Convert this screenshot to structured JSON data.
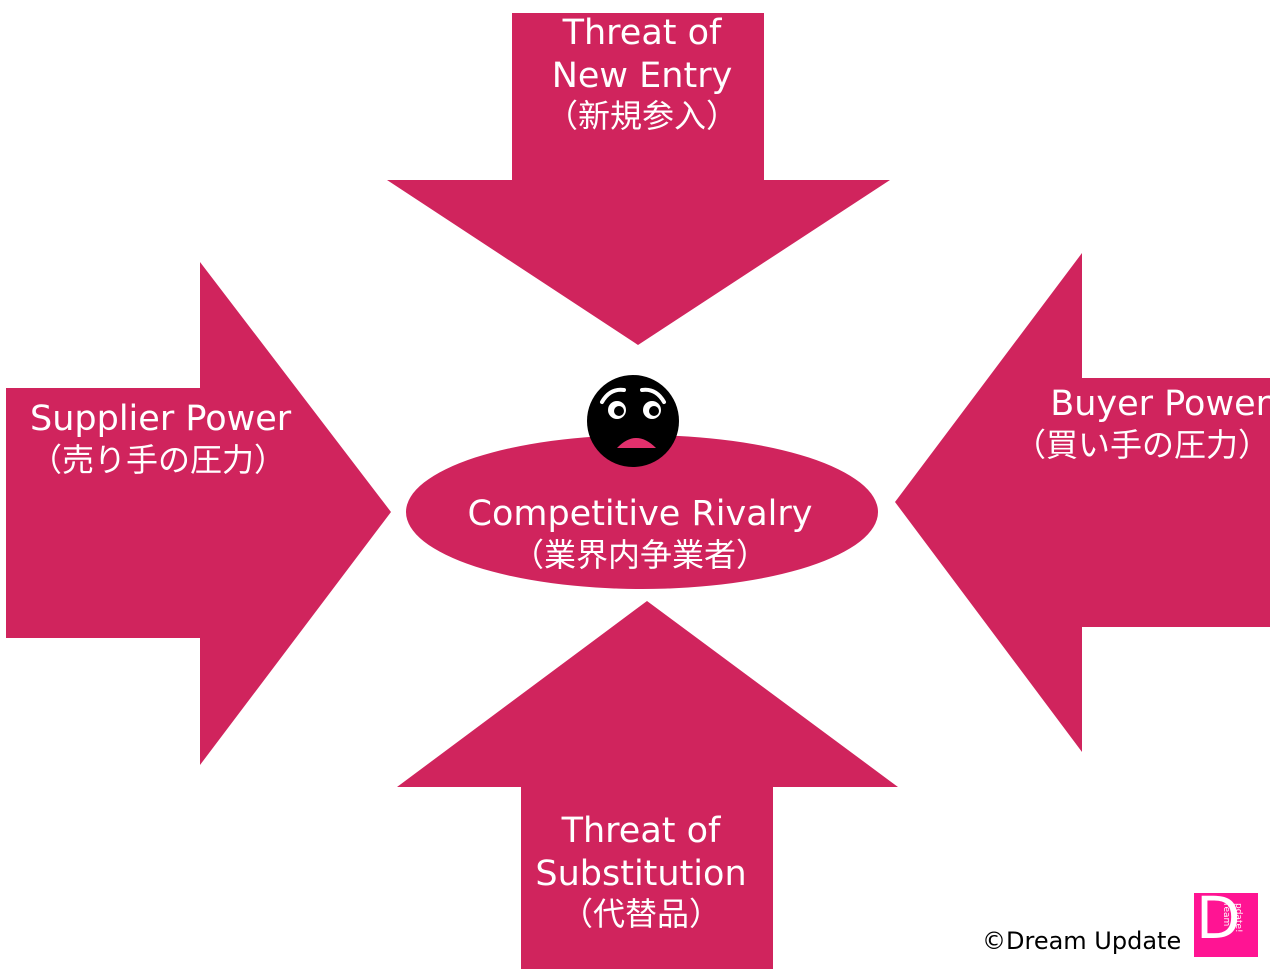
{
  "colors": {
    "force": "#d0245d",
    "face": "#000000",
    "face_features": "#ffffff",
    "mouth": "#e2306c",
    "logo": "#ff1493"
  },
  "forces": {
    "top": {
      "en_line1": "Threat of",
      "en_line2": "New Entry",
      "jp": "（新規参入）"
    },
    "left": {
      "en": "Supplier Power",
      "jp": "（売り手の圧力）"
    },
    "right": {
      "en": "Buyer Power",
      "jp": "（買い手の圧力）"
    },
    "bottom": {
      "en_line1": "Threat of",
      "en_line2": "Substitution",
      "jp": "（代替品）"
    },
    "center": {
      "en": "Competitive Rivalry",
      "jp": "（業界内争業者）"
    }
  },
  "icons": {
    "face": "worried-face-icon"
  },
  "credit": "©Dream Update",
  "logo": {
    "letter": "D",
    "line1": "ream",
    "line2": "pdate!"
  }
}
